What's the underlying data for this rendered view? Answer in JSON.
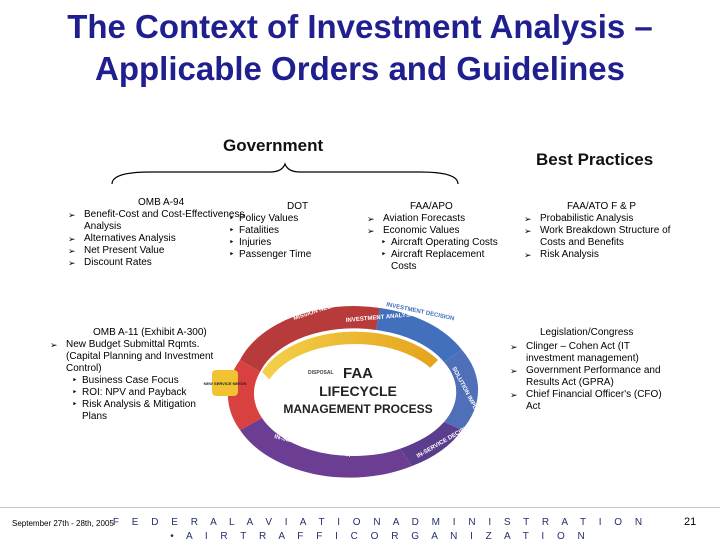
{
  "title": {
    "line1": "The Context of Investment Analysis –",
    "line2": "Applicable Orders and Guidelines"
  },
  "government": {
    "heading": "Government",
    "omb_a94": {
      "title": "OMB A-94",
      "items": [
        "Benefit-Cost and Cost-Effectiveness Analysis",
        "Alternatives Analysis",
        "Net Present Value",
        "Discount Rates"
      ]
    },
    "dot": {
      "title": "DOT",
      "items": [
        "Policy Values",
        "Fatalities",
        "Injuries",
        "Passenger Time"
      ]
    },
    "faa_apo": {
      "title": "FAA/APO",
      "items": [
        "Aviation Forecasts",
        "Economic Values"
      ],
      "subitems": [
        "Aircraft Operating Costs",
        "Aircraft Replacement Costs"
      ]
    },
    "omb_a11": {
      "title": "OMB A-11 (Exhibit A-300)",
      "item": "New Budget Submittal Rqmts. (Capital Planning and Investment Control)",
      "subitems": [
        "Business Case Focus",
        "ROI: NPV and Payback",
        "Risk Analysis & Mitigation Plans"
      ]
    }
  },
  "best_practices": {
    "heading": "Best Practices",
    "faa_ato": {
      "title": "FAA/ATO F & P",
      "items": [
        "Probabilistic Analysis",
        "Work Breakdown Structure of Costs and Benefits",
        "Risk Analysis"
      ]
    }
  },
  "legislation": {
    "title": "Legislation/Congress",
    "items": [
      "Clinger – Cohen Act (IT investment management)",
      "Government Performance and Results Act (GPRA)",
      "Chief Financial Officer's (CFO) Act"
    ]
  },
  "diagram": {
    "center_line1": "FAA",
    "center_line2": "LIFECYCLE",
    "center_line3": "MANAGEMENT PROCESS",
    "ring_labels": [
      "MISSION NEED DECISION",
      "INVESTMENT ANALYSIS",
      "INVESTMENT DECISION",
      "SOLUTION IMPLEMENTATION",
      "IN-SERVICE DECISION",
      "IN-SERVICE MANAGEMENT",
      "DISPOSAL",
      "NEW SERVICE NEEDS"
    ]
  },
  "footer": {
    "date": "September 27th - 28th, 2005",
    "org": "F E D E R A L   A V I A T I O N   A D M I N I S T R A T I O N  •  A I R   T R A F F I C   O R G A N I Z A T I O N",
    "page": "21"
  },
  "colors": {
    "title": "#1f1f8f",
    "ring_red": "#cf2a2a",
    "ring_blue": "#3c66b4",
    "ring_purple": "#6b3e93",
    "ring_green": "#2f8f3b",
    "ring_yellow": "#f1c232"
  }
}
